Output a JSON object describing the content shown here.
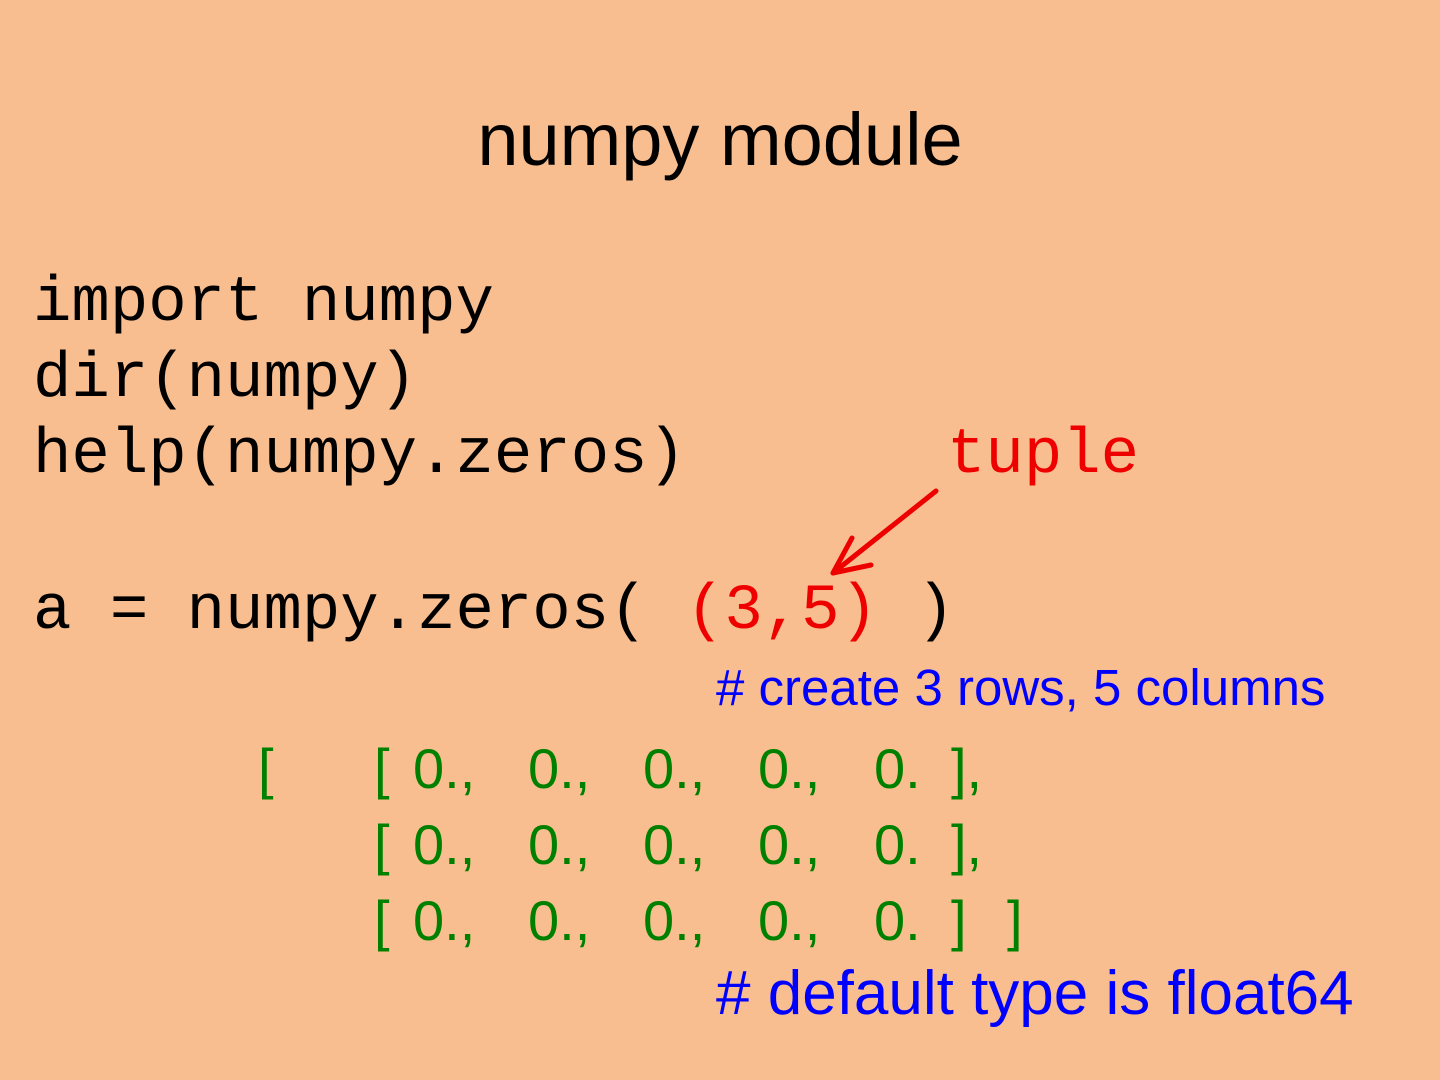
{
  "colors": {
    "background": "#F9BE8F",
    "text": "#000000",
    "tuple_red": "#EE0000",
    "comment_blue": "#0000FF",
    "array_green": "#008000"
  },
  "title": "numpy module",
  "code_lines": {
    "import": "import numpy",
    "dir": "dir(numpy)",
    "help": "help(numpy.zeros)",
    "assign_prefix": "a = numpy.zeros( ",
    "assign_tuple": "(3,5)",
    "assign_suffix": " )"
  },
  "tuple_annotation": {
    "label": "tuple",
    "arrow_icon": "arrow-icon"
  },
  "comments": {
    "rows_columns": "# create 3 rows, 5 columns",
    "default_type": "# default type is float64"
  },
  "array_display": {
    "outer_open": "[",
    "outer_close": "]",
    "rows": [
      {
        "open": "[",
        "values": [
          "0.,",
          "0.,",
          "0.,",
          "0.,",
          "0."
        ],
        "close": "],"
      },
      {
        "open": "[",
        "values": [
          "0.,",
          "0.,",
          "0.,",
          "0.,",
          "0."
        ],
        "close": "],"
      },
      {
        "open": "[",
        "values": [
          "0.,",
          "0.,",
          "0.,",
          "0.,",
          "0."
        ],
        "close": "]"
      }
    ]
  }
}
